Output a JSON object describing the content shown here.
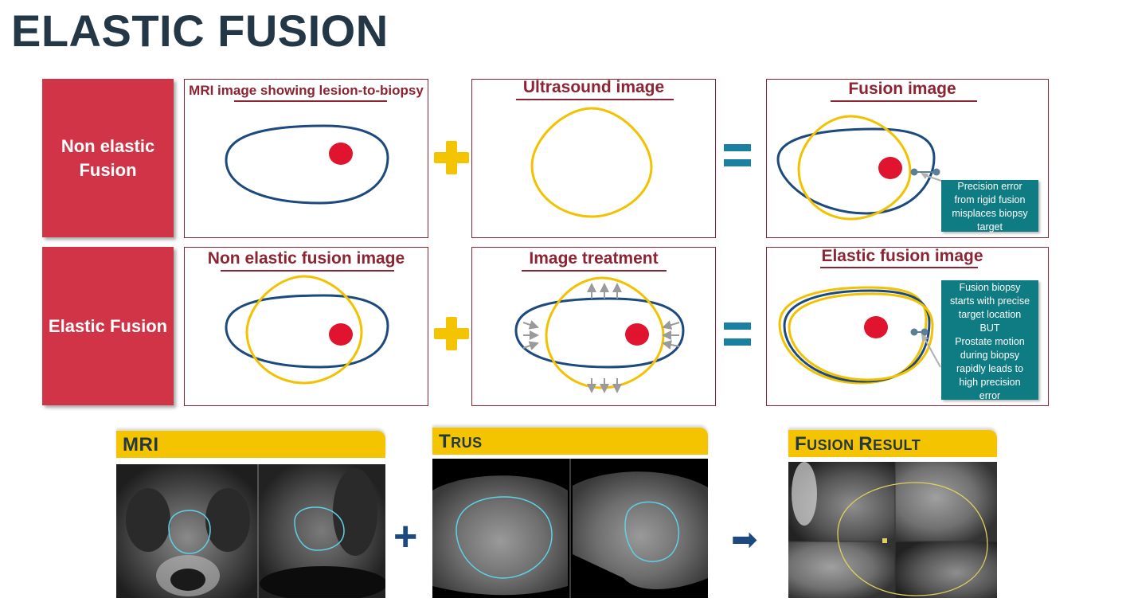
{
  "page": {
    "title": "ELASTIC FUSION"
  },
  "rows": [
    {
      "label_lines": [
        "Non elastic",
        "Fusion"
      ],
      "panels": [
        {
          "title": "MRI image showing lesion-to-biopsy"
        },
        {
          "title": "Ultrasound image"
        },
        {
          "title": "Fusion image"
        }
      ],
      "callout_lines": [
        "Precision error",
        "from rigid fusion",
        "misplaces biopsy",
        "target"
      ]
    },
    {
      "label_lines": [
        "Elastic Fusion"
      ],
      "panels": [
        {
          "title": "Non elastic fusion image"
        },
        {
          "title": "Image treatment"
        },
        {
          "title": "Elastic fusion image"
        }
      ],
      "callout_lines": [
        "Fusion biopsy",
        "starts with precise",
        "target location",
        "BUT",
        "Prostate motion",
        "during biopsy",
        "rapidly leads to",
        "high precision",
        "error"
      ]
    }
  ],
  "bottom": {
    "mri_label": "MRI",
    "trus_label": {
      "first": "T",
      "rest": "RUS"
    },
    "fusion_label": {
      "first1": "F",
      "rest1": "USION ",
      "first2": "R",
      "rest2": "ESULT"
    },
    "plus_symbol": "+",
    "arrow_symbol": "➡"
  },
  "colors": {
    "mri_outline": "#1c4a7e",
    "ultrasound_outline": "#f2c200",
    "lesion": "#e0142e",
    "row_label_bg": "#d13447",
    "panel_border": "#8c2433",
    "operator_plus": "#f5c400",
    "operator_equals": "#1a7fa0",
    "callout_bg": "#0f7b82",
    "banner": "#f5c400",
    "segmentation_contour": "#5fd0e6"
  }
}
